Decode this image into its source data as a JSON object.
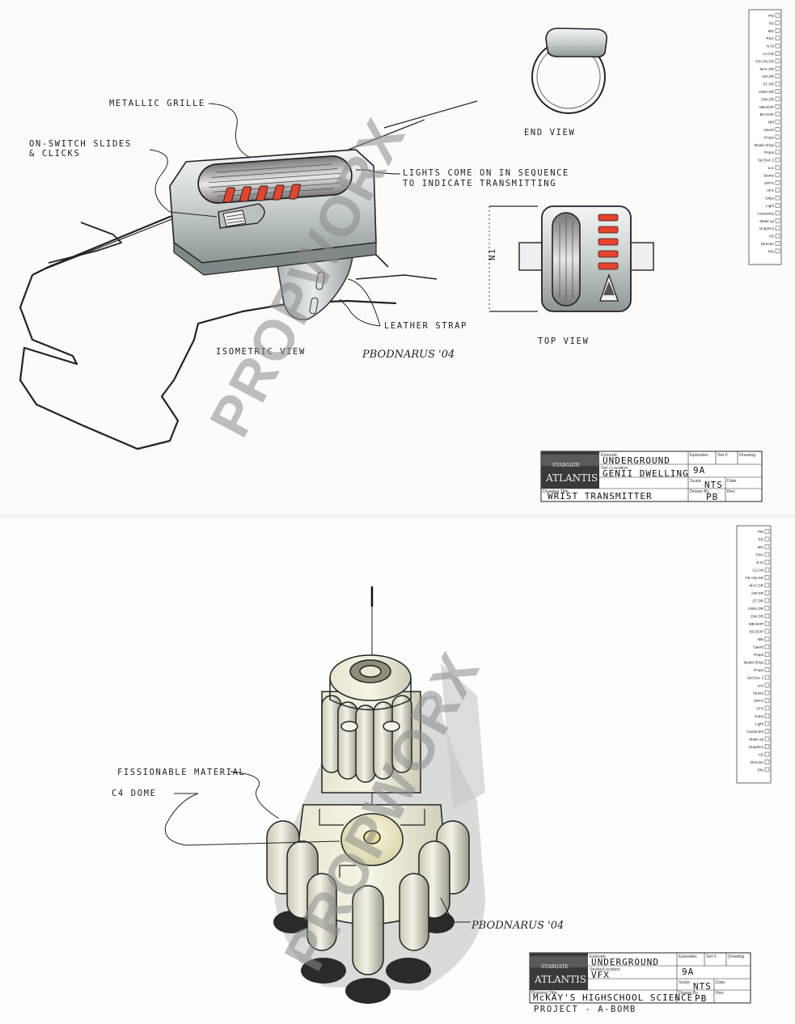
{
  "watermark": "PROPWORX",
  "sheet1": {
    "labels": {
      "grille": "METALLIC GRILLE",
      "switch_line1": "ON-SWITCH SLIDES",
      "switch_line2": "& CLICKS",
      "lights_line1": "LIGHTS COME ON IN SEQUENCE",
      "lights_line2": "TO INDICATE TRANSMITTING",
      "end_view": "END VIEW",
      "top_view": "TOP VIEW",
      "iso_view": "ISOMETRIC VIEW",
      "strap": "LEATHER STRAP",
      "signature": "PBODNARUS '04",
      "dimension": "N1"
    },
    "title_block": {
      "logo_top": "STARGATE",
      "logo_main": "ATLANTIS",
      "episode_label": "Episode",
      "episode": "UNDERGROUND",
      "set_label": "Set / Location",
      "set": "GENII DWELLING",
      "title_label": "Drawing Title",
      "title": "WRIST TRANSMITTER",
      "episodes_label": "Episodes",
      "episodes": "9A",
      "set_no_label": "Set #",
      "drawing_label": "Drawing",
      "scale_label": "Scale",
      "scale": "NTS",
      "date_label": "Date",
      "drawn_label": "Drawn By",
      "drawn": "PB",
      "rev_label": "Rev"
    },
    "checklist": [
      "PM",
      "PD",
      "MG",
      "PDA",
      "N.SI",
      "JJ.CIN",
      "PD ON DR",
      "MAY DR",
      "AW DR",
      "ST DR",
      "DWS DR",
      "DW DR",
      "MB DOP",
      "BS DOP",
      "BM",
      "Gaerd",
      "Props",
      "Model Shop",
      "Props",
      "Set Dec 2",
      "Loc",
      "Stunts",
      "SPFX",
      "VFX",
      "Grips",
      "Light",
      "Costumes",
      "Make up",
      "Graphics",
      "AD",
      "Director",
      "File"
    ]
  },
  "sheet2": {
    "labels": {
      "fissionable": "FISSIONABLE MATERIAL",
      "c4": "C4 DOME",
      "signature": "PBODNARUS '04",
      "project": "PROJECT - A-BOMB"
    },
    "title_block": {
      "logo_top": "STARGATE",
      "logo_main": "ATLANTIS",
      "episode_label": "Episode",
      "episode": "UNDERGROUND",
      "set_label": "Studio/Location",
      "set": "VFX",
      "title_label": "Drawing Title",
      "title": "McKAY'S HIGHSCHOOL SCIENCE",
      "episodes_label": "Episodes",
      "episodes": "9A",
      "set_no_label": "Set #",
      "drawing_label": "Drawing",
      "scale_label": "Scale",
      "scale": "NTS",
      "date_label": "Date",
      "drawn_label": "Drawn By",
      "drawn": "PB",
      "rev_label": "Rev"
    },
    "checklist": [
      "PM",
      "PD",
      "MG",
      "PDA",
      "N.SI",
      "JJ.CIN",
      "PD ON DR",
      "MAY DR",
      "AW DR",
      "ST DR",
      "DWS DR",
      "DW DR",
      "MB DOP",
      "BS DOP",
      "BM",
      "Gaerd",
      "Props",
      "Model Shop",
      "Props",
      "Set Dec 2",
      "Loc",
      "Stunts",
      "SPFX",
      "VFX",
      "Grips",
      "Light",
      "Costumes",
      "Make up",
      "Graphics",
      "AD",
      "Director",
      "File"
    ]
  }
}
